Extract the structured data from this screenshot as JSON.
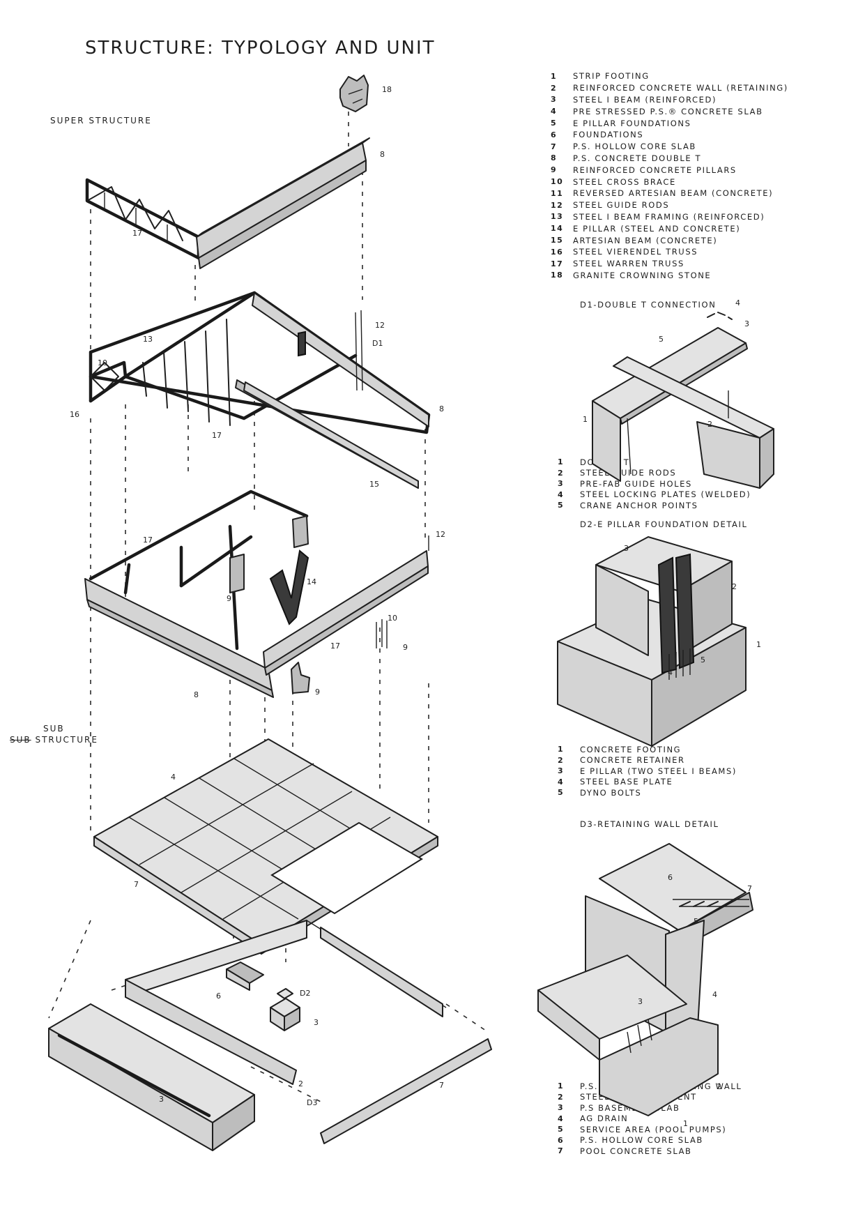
{
  "title": "STRUCTURE: TYPOLOGY AND UNIT",
  "sections": {
    "super": "SUPER STRUCTURE",
    "sub_struck": "SUB",
    "sub_word": "SUB",
    "sub_line2": "STRUCTURE"
  },
  "legend": [
    {
      "n": "1",
      "t": "STRIP FOOTING"
    },
    {
      "n": "2",
      "t": "REINFORCED CONCRETE WALL (RETAINING)"
    },
    {
      "n": "3",
      "t": "STEEL I BEAM (REINFORCED)"
    },
    {
      "n": "4",
      "t": "PRE STRESSED P.S.® CONCRETE SLAB"
    },
    {
      "n": "5",
      "t": "E PILLAR FOUNDATIONS"
    },
    {
      "n": "6",
      "t": "FOUNDATIONS"
    },
    {
      "n": "7",
      "t": "P.S. HOLLOW CORE SLAB"
    },
    {
      "n": "8",
      "t": "P.S. CONCRETE DOUBLE T"
    },
    {
      "n": "9",
      "t": "REINFORCED CONCRETE PILLARS"
    },
    {
      "n": "10",
      "t": "STEEL CROSS BRACE"
    },
    {
      "n": "11",
      "t": "REVERSED ARTESIAN BEAM (CONCRETE)"
    },
    {
      "n": "12",
      "t": "STEEL GUIDE RODS"
    },
    {
      "n": "13",
      "t": "STEEL I BEAM FRAMING (REINFORCED)"
    },
    {
      "n": "14",
      "t": "E PILLAR (STEEL AND CONCRETE)"
    },
    {
      "n": "15",
      "t": "ARTESIAN BEAM (CONCRETE)"
    },
    {
      "n": "16",
      "t": "STEEL VIERENDEL TRUSS"
    },
    {
      "n": "17",
      "t": "STEEL WARREN TRUSS"
    },
    {
      "n": "18",
      "t": "GRANITE CROWNING STONE"
    }
  ],
  "d1": {
    "title": "D1-DOUBLE T CONNECTION",
    "items": [
      {
        "n": "1",
        "t": "DOUBLE T"
      },
      {
        "n": "2",
        "t": "STEEL GUIDE RODS"
      },
      {
        "n": "3",
        "t": "PRE-FAB GUIDE HOLES"
      },
      {
        "n": "4",
        "t": "STEEL LOCKING PLATES (WELDED)"
      },
      {
        "n": "5",
        "t": "CRANE ANCHOR POINTS"
      }
    ]
  },
  "d2": {
    "title": "D2-E PILLAR FOUNDATION DETAIL",
    "items": [
      {
        "n": "1",
        "t": "CONCRETE FOOTING"
      },
      {
        "n": "2",
        "t": "CONCRETE RETAINER"
      },
      {
        "n": "3",
        "t": "E PILLAR (TWO STEEL I BEAMS)"
      },
      {
        "n": "4",
        "t": "STEEL BASE PLATE"
      },
      {
        "n": "5",
        "t": "DYNO BOLTS"
      }
    ]
  },
  "d3": {
    "title": "D3-RETAINING WALL DETAIL",
    "items": [
      {
        "n": "1",
        "t": "P.S. CONCRETE RETAINING WALL"
      },
      {
        "n": "2",
        "t": "STEEL REINFORCEMENT"
      },
      {
        "n": "3",
        "t": "P.S BASEMENT SLAB"
      },
      {
        "n": "4",
        "t": "AG DRAIN"
      },
      {
        "n": "5",
        "t": "SERVICE AREA (POOL PUMPS)"
      },
      {
        "n": "6",
        "t": "P.S. HOLLOW CORE SLAB"
      },
      {
        "n": "7",
        "t": "POOL CONCRETE SLAB"
      }
    ]
  },
  "tags": {
    "t18": "18",
    "t8a": "8",
    "t17a": "17",
    "t13": "13",
    "t10": "10",
    "t12a": "12",
    "tD1": "D1",
    "t16": "16",
    "t17b": "17",
    "t8b": "8",
    "t15": "15",
    "t17c": "17",
    "t14": "14",
    "t12b": "12",
    "t10b": "10",
    "t9a": "9",
    "t9b": "9",
    "t9c": "9",
    "t17d": "17",
    "t8c": "8",
    "t4": "4",
    "t7a": "7",
    "t6": "6",
    "tD2": "D2",
    "t3": "3",
    "t2": "2",
    "tD3": "D3",
    "t7b": "7",
    "d1_1": "1",
    "d1_2": "2",
    "d1_3": "3",
    "d1_4": "4",
    "d1_5": "5",
    "d2_1": "1",
    "d2_2": "2",
    "d2_3": "3",
    "d2_4": "4",
    "d2_5": "5",
    "d3_1": "1",
    "d3_2": "2",
    "d3_3": "3",
    "d3_4": "4",
    "d3_5": "5",
    "d3_6": "6",
    "d3_7": "7"
  }
}
